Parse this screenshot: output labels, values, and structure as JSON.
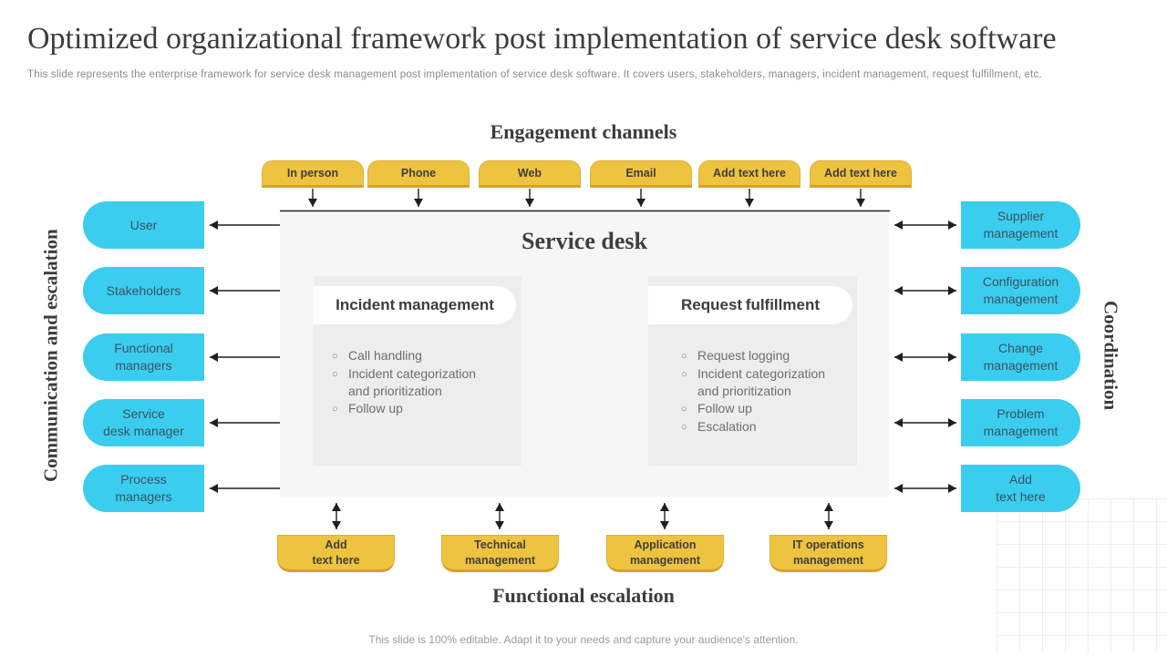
{
  "slide": {
    "title": "Optimized organizational framework post implementation of service desk software",
    "subtitle": "This slide represents the enterprise framework for service desk management post implementation of service desk software. It covers users, stakeholders, managers, incident management, request fulfillment, etc.",
    "footer": "This slide is 100% editable. Adapt it to your needs and capture your audience's attention."
  },
  "channels": {
    "heading": "Engagement channels",
    "items": [
      {
        "label": "In person"
      },
      {
        "label": "Phone"
      },
      {
        "label": "Web"
      },
      {
        "label": "Email"
      },
      {
        "label": "Add text here"
      },
      {
        "label": "Add text here"
      }
    ]
  },
  "left_group": {
    "heading": "Communication and escalation",
    "items": [
      {
        "label": [
          "User"
        ]
      },
      {
        "label": [
          "Stakeholders"
        ]
      },
      {
        "label": [
          "Functional",
          "managers"
        ]
      },
      {
        "label": [
          "Service",
          "desk manager"
        ]
      },
      {
        "label": [
          "Process",
          "managers"
        ]
      }
    ]
  },
  "right_group": {
    "heading": "Coordination",
    "items": [
      {
        "label": [
          "Supplier",
          "management"
        ]
      },
      {
        "label": [
          "Configuration",
          "management"
        ]
      },
      {
        "label": [
          "Change",
          "management"
        ]
      },
      {
        "label": [
          "Problem",
          "management"
        ]
      },
      {
        "label": [
          "Add",
          "text here"
        ]
      }
    ]
  },
  "bottom_group": {
    "heading": "Functional escalation",
    "items": [
      {
        "label": [
          "Add",
          "text here"
        ]
      },
      {
        "label": [
          "Technical",
          "management"
        ]
      },
      {
        "label": [
          "Application",
          "management"
        ]
      },
      {
        "label": [
          "IT operations",
          "management"
        ]
      }
    ]
  },
  "service_desk": {
    "title": "Service desk",
    "panels": [
      {
        "title": "Incident management",
        "items": [
          [
            "Call handling"
          ],
          [
            "Incident categorization",
            "and prioritization"
          ],
          [
            "Follow up"
          ]
        ]
      },
      {
        "title": "Request fulfillment",
        "items": [
          [
            "Request logging"
          ],
          [
            "Incident categorization",
            "and prioritization"
          ],
          [
            "Follow up"
          ],
          [
            "Escalation"
          ]
        ]
      }
    ]
  },
  "icons": {
    "circle_bullet": "○"
  },
  "colors": {
    "accent_yellow": "#edc340",
    "accent_yellow_dark": "#d6a02a",
    "accent_cyan": "#3bcdf0",
    "panel_bg": "#f7f6f7",
    "panel_inner_bg": "#ededed",
    "arrow": "#1f1f1f",
    "title_text": "#3c3c3c",
    "body_text": "#6e6e6e"
  }
}
